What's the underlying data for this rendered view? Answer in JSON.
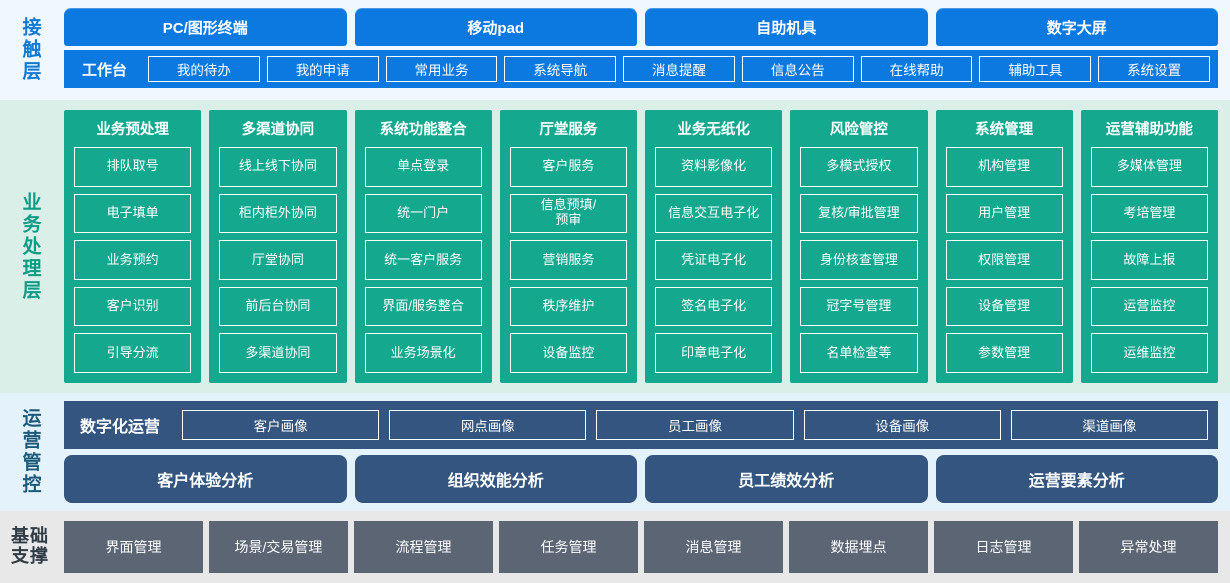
{
  "colors": {
    "contact_bg": "#f0f8ff",
    "contact_accent": "#0b79e0",
    "business_bg": "#d9efe7",
    "business_accent": "#14a88f",
    "ops_bg": "#e4f3fb",
    "ops_accent": "#33557f",
    "base_bg": "#e8e8e8",
    "base_accent": "#5b6574"
  },
  "contact_layer": {
    "label": "接触层",
    "channels": [
      {
        "label": "PC/图形终端"
      },
      {
        "label": "移动pad"
      },
      {
        "label": "自助机具"
      },
      {
        "label": "数字大屏"
      }
    ],
    "workbench_title": "工作台",
    "workbench_items": [
      {
        "label": "我的待办"
      },
      {
        "label": "我的申请"
      },
      {
        "label": "常用业务"
      },
      {
        "label": "系统导航"
      },
      {
        "label": "消息提醒"
      },
      {
        "label": "信息公告"
      },
      {
        "label": "在线帮助"
      },
      {
        "label": "辅助工具"
      },
      {
        "label": "系统设置"
      }
    ]
  },
  "business_layer": {
    "label": "业务处理层",
    "columns": [
      {
        "title": "业务预处理",
        "items": [
          {
            "label": "排队取号"
          },
          {
            "label": "电子填单"
          },
          {
            "label": "业务预约"
          },
          {
            "label": "客户识别"
          },
          {
            "label": "引导分流"
          }
        ]
      },
      {
        "title": "多渠道协同",
        "items": [
          {
            "label": "线上线下协同"
          },
          {
            "label": "柜内柜外协同"
          },
          {
            "label": "厅堂协同"
          },
          {
            "label": "前后台协同"
          },
          {
            "label": "多渠道协同"
          }
        ]
      },
      {
        "title": "系统功能整合",
        "items": [
          {
            "label": "单点登录"
          },
          {
            "label": "统一门户"
          },
          {
            "label": "统一客户服务"
          },
          {
            "label": "界面/服务整合"
          },
          {
            "label": "业务场景化"
          }
        ]
      },
      {
        "title": "厅堂服务",
        "items": [
          {
            "label": "客户服务"
          },
          {
            "label": "信息预填/\n预审"
          },
          {
            "label": "营销服务"
          },
          {
            "label": "秩序维护"
          },
          {
            "label": "设备监控"
          }
        ]
      },
      {
        "title": "业务无纸化",
        "items": [
          {
            "label": "资料影像化"
          },
          {
            "label": "信息交互电子化"
          },
          {
            "label": "凭证电子化"
          },
          {
            "label": "签名电子化"
          },
          {
            "label": "印章电子化"
          }
        ]
      },
      {
        "title": "风险管控",
        "items": [
          {
            "label": "多模式授权"
          },
          {
            "label": "复核/审批管理"
          },
          {
            "label": "身份核查管理"
          },
          {
            "label": "冠字号管理"
          },
          {
            "label": "名单检查等"
          }
        ]
      },
      {
        "title": "系统管理",
        "items": [
          {
            "label": "机构管理"
          },
          {
            "label": "用户管理"
          },
          {
            "label": "权限管理"
          },
          {
            "label": "设备管理"
          },
          {
            "label": "参数管理"
          }
        ]
      },
      {
        "title": "运营辅助功能",
        "items": [
          {
            "label": "多媒体管理"
          },
          {
            "label": "考培管理"
          },
          {
            "label": "故障上报"
          },
          {
            "label": "运营监控"
          },
          {
            "label": "运维监控"
          }
        ]
      }
    ]
  },
  "ops_layer": {
    "label": "运营管控",
    "digital_ops_title": "数字化运营",
    "portraits": [
      {
        "label": "客户画像"
      },
      {
        "label": "网点画像"
      },
      {
        "label": "员工画像"
      },
      {
        "label": "设备画像"
      },
      {
        "label": "渠道画像"
      }
    ],
    "analyses": [
      {
        "label": "客户体验分析"
      },
      {
        "label": "组织效能分析"
      },
      {
        "label": "员工绩效分析"
      },
      {
        "label": "运营要素分析"
      }
    ]
  },
  "base_layer": {
    "label_line1": "基础",
    "label_line2": "支撑",
    "items": [
      {
        "label": "界面管理"
      },
      {
        "label": "场景/交易管理"
      },
      {
        "label": "流程管理"
      },
      {
        "label": "任务管理"
      },
      {
        "label": "消息管理"
      },
      {
        "label": "数据埋点"
      },
      {
        "label": "日志管理"
      },
      {
        "label": "异常处理"
      }
    ]
  }
}
